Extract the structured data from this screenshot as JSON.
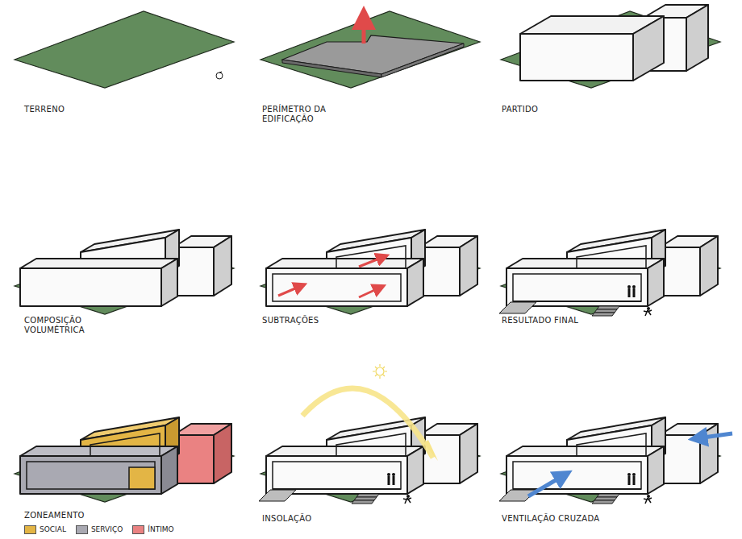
{
  "diagram": {
    "labels": [
      "TERRENO",
      "PERÍMETRO DA EDIFICAÇÃO",
      "PARTIDO",
      "COMPOSIÇÃO VOLUMÉTRICA",
      "SUBTRAÇÕES",
      "RESULTADO FINAL",
      "ZONEAMENTO",
      "INSOLAÇÃO",
      "VENTILAÇÃO CRUZADA"
    ],
    "legend": [
      {
        "text": "SOCIAL",
        "color": "#e3b545"
      },
      {
        "text": "SERVIÇO",
        "color": "#a9a9b2"
      },
      {
        "text": "ÍNTIMO",
        "color": "#ea8282"
      }
    ]
  }
}
